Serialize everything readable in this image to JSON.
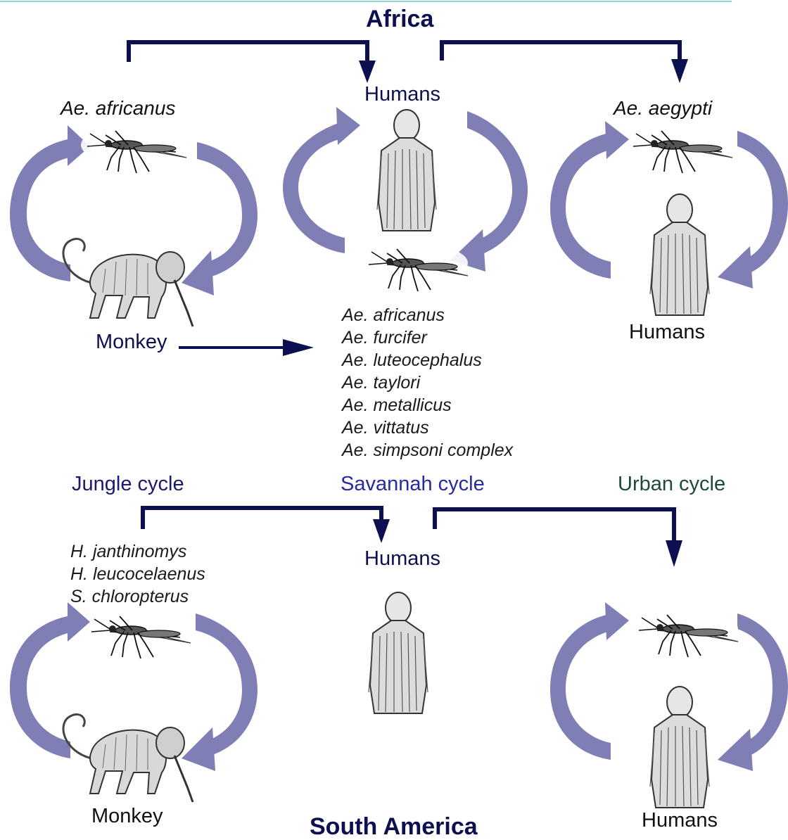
{
  "africa_title": "Africa",
  "south_america_title": "South America",
  "africa": {
    "jungle": {
      "species": "Ae. africanus",
      "host": "Monkey"
    },
    "savannah": {
      "top_node": "Humans",
      "vectors": [
        "Ae. africanus",
        "Ae. furcifer",
        "Ae. luteocephalus",
        "Ae. taylori",
        "Ae. metallicus",
        "Ae. vittatus",
        "Ae. simpsoni complex"
      ]
    },
    "urban": {
      "species": "Ae. aegypti",
      "host": "Humans"
    }
  },
  "cycle_labels": {
    "jungle": "Jungle cycle",
    "savannah": "Savannah cycle",
    "urban": "Urban cycle"
  },
  "south_america": {
    "jungle": {
      "vectors": [
        "H. janthinomys",
        "H. leucocelaenus",
        "S. chloropterus"
      ],
      "host": "Monkey"
    },
    "center_node": "Humans",
    "urban": {
      "host": "Humans"
    }
  },
  "colors": {
    "connector": "#0d1050",
    "cycle_arrow": "#7f7fb5",
    "top_rule": "#8ed8d8",
    "jungle_label": "#1a1a6e",
    "savannah_label": "#2a2aa0",
    "urban_label": "#1e4a3a"
  },
  "icons": [
    "mosquito-icon",
    "human-figure-icon",
    "monkey-icon"
  ]
}
